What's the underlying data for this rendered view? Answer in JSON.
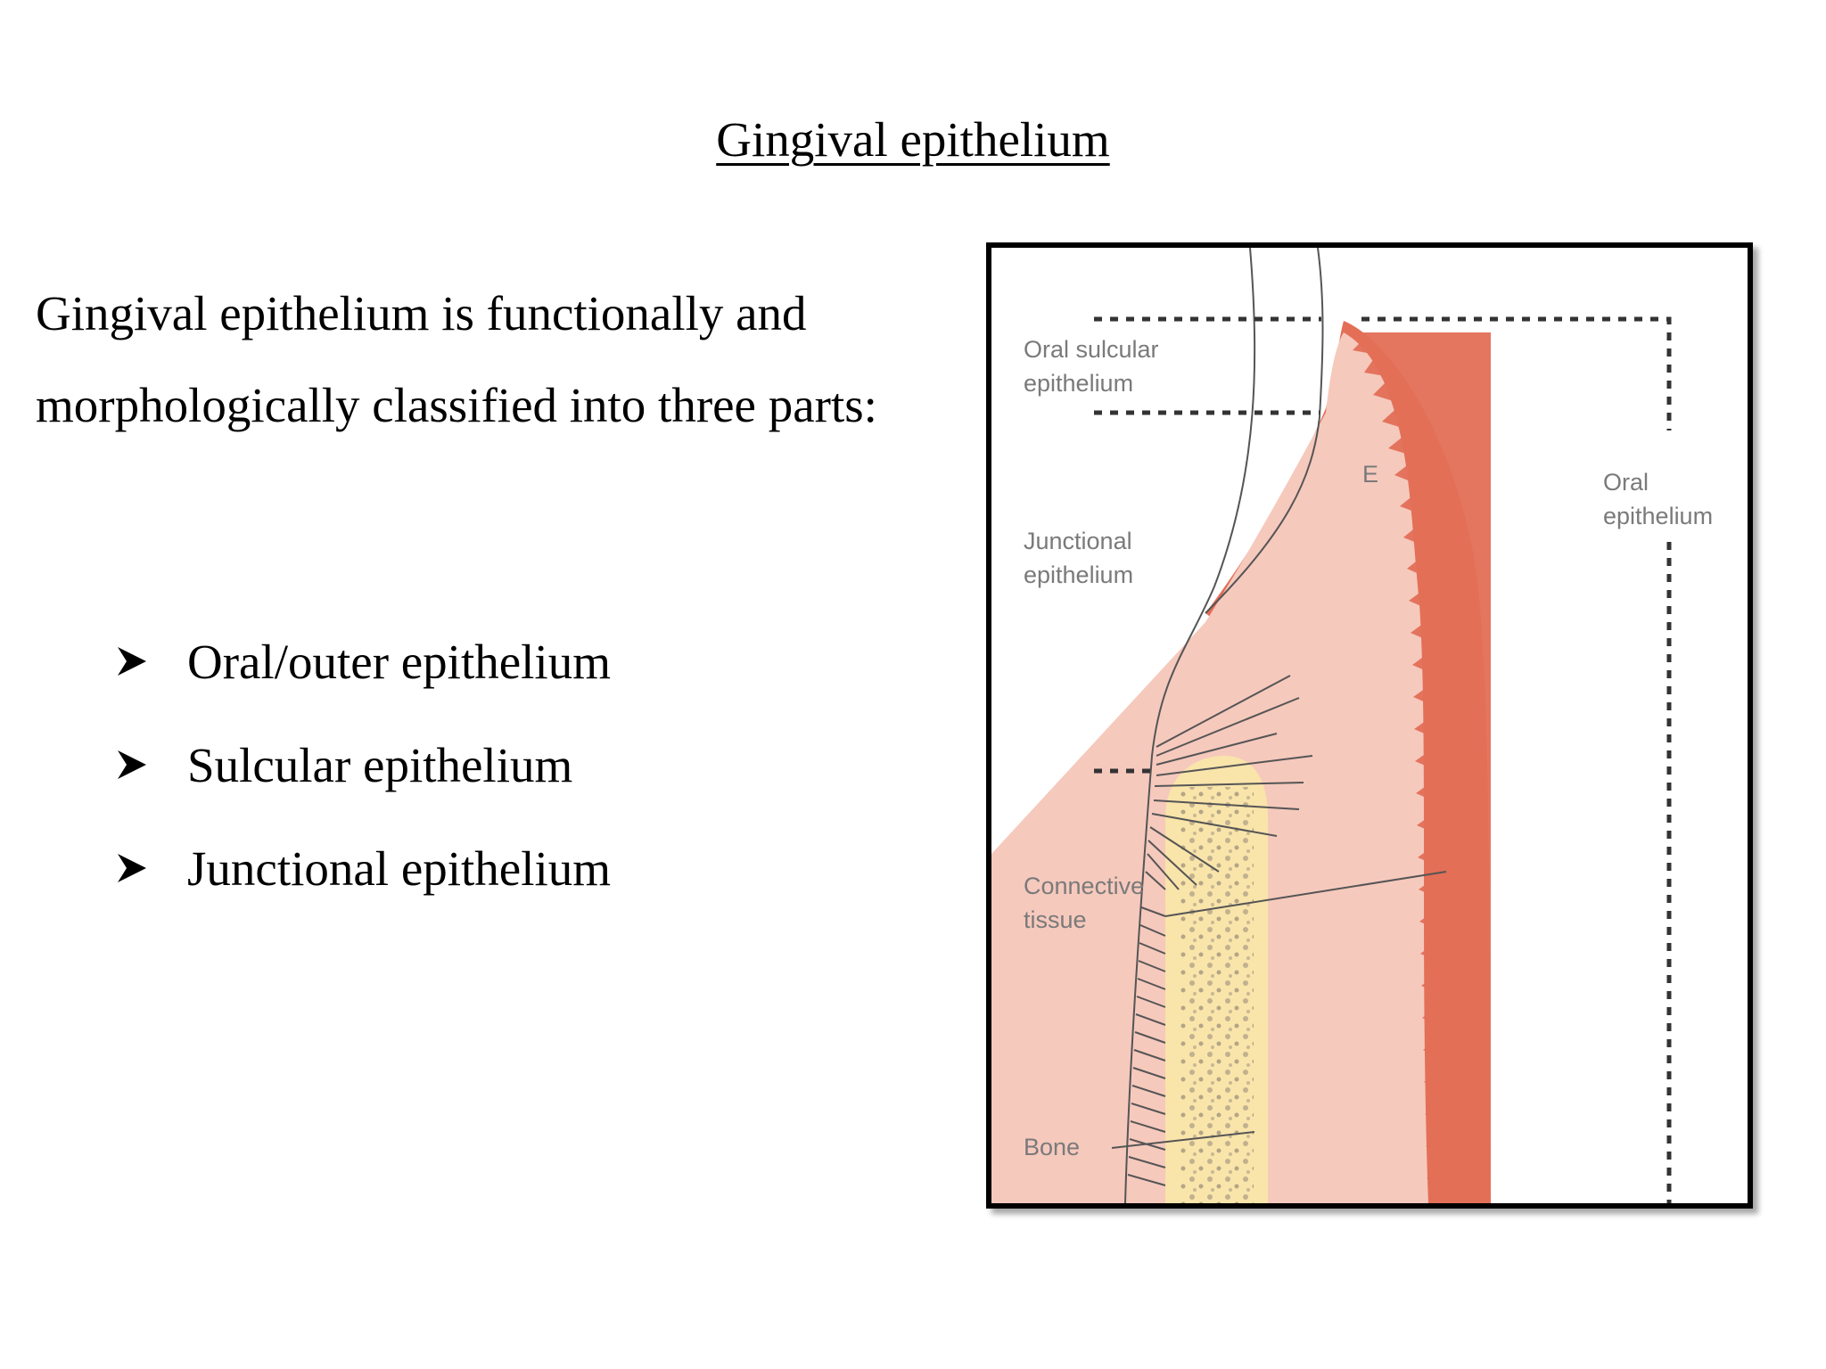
{
  "slide": {
    "title": "Gingival epithelium",
    "intro_line1": "Gingival epithelium is functionally and",
    "intro_line2": "morphologically classified into three parts:",
    "bullets": [
      "Oral/outer epithelium",
      "Sulcular epithelium",
      "Junctional epithelium"
    ],
    "bullet_icon": "arrow-bullet-icon"
  },
  "figure": {
    "labels": {
      "oral_sulcular_1": "Oral sulcular",
      "oral_sulcular_2": "epithelium",
      "junctional_1": "Junctional",
      "junctional_2": "epithelium",
      "connective_1": "Connective",
      "connective_2": "tissue",
      "bone": "Bone",
      "oral_1": "Oral",
      "oral_2": "epithelium",
      "enamel": "E"
    },
    "colors": {
      "epithelium": "#e36f57",
      "connective_tissue": "#f6c9bd",
      "bone": "#f9e4aa",
      "lines": "#555555",
      "dashes": "#333333"
    }
  }
}
